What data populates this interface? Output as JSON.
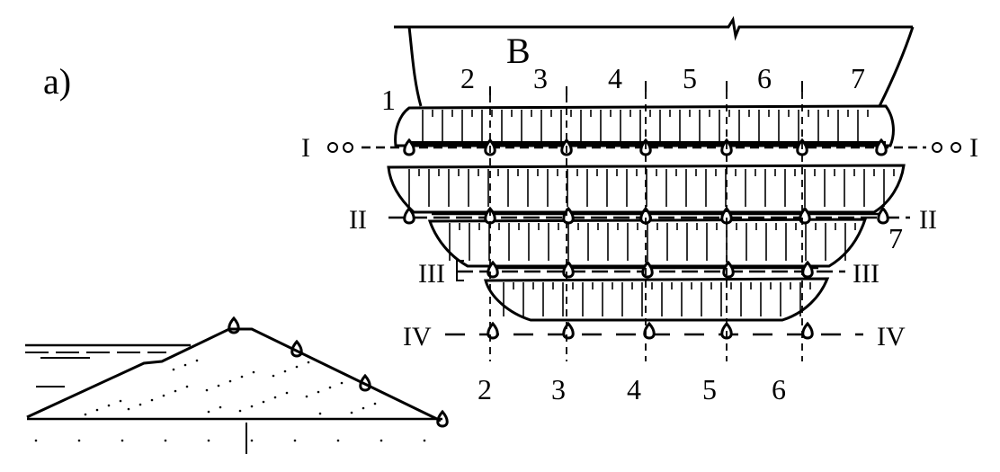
{
  "figure": {
    "panel_label": "a)",
    "width_label": "B"
  },
  "top_numbers": [
    "1",
    "2",
    "3",
    "4",
    "5",
    "6",
    "7"
  ],
  "bottom_numbers": [
    "2",
    "3",
    "4",
    "5",
    "6"
  ],
  "side_number": "7",
  "row_labels": {
    "row1_left": "I",
    "row1_right": "I",
    "row2_left": "II",
    "row2_right": "II",
    "row3_left": "III",
    "row3_right": "III",
    "row4_left": "IV",
    "row4_right": "IV"
  }
}
